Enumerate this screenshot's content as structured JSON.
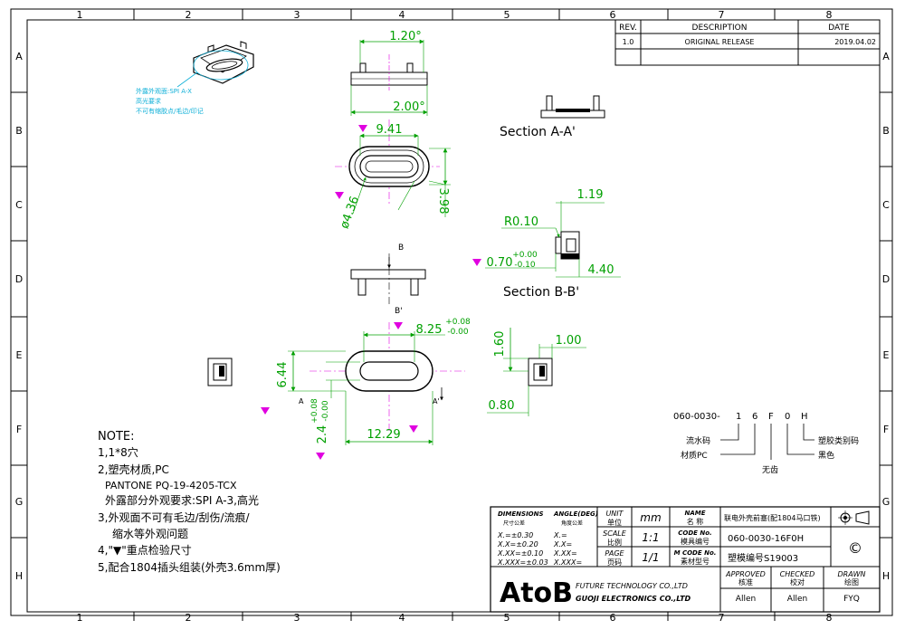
{
  "zone_columns": [
    "1",
    "2",
    "3",
    "4",
    "5",
    "6",
    "7",
    "8"
  ],
  "zone_rows": [
    "A",
    "B",
    "C",
    "D",
    "E",
    "F",
    "G",
    "H"
  ],
  "revision_block": {
    "headers": [
      "REV.",
      "DESCRIPTION",
      "DATE"
    ],
    "rows": [
      {
        "rev": "1.0",
        "description": "ORIGINAL RELEASE",
        "date": "2019.04.02"
      }
    ]
  },
  "callout_isometric": [
    "外露外观面:SPI A-X",
    "高光要求",
    "不可有缩胶点/毛边/印记"
  ],
  "dimensions": {
    "top_width": "1.20°",
    "top_overall": "2.00°",
    "width_941": "9.41",
    "dia_436": "ø4.36",
    "height_398": "3.98",
    "d_119": "1.19",
    "r_010": "R0.10",
    "d_070": "0.70",
    "d_070_tol_up": "+0.00",
    "d_070_tol_dn": "-0.10",
    "d_440": "4.40",
    "d_825": "8.25",
    "d_825_tol_up": "+0.08",
    "d_825_tol_dn": "-0.00",
    "d_644": "6.44",
    "d_24": "2.4",
    "d_24_tol_up": "+0.08",
    "d_24_tol_dn": "-0.00",
    "d_1229": "12.29",
    "d_160": "1.60",
    "d_100": "1.00",
    "d_080": "0.80"
  },
  "labels": {
    "section_aa": "Section A-A'",
    "section_bb": "Section B-B'",
    "b_top": "B",
    "b_bottom": "B'",
    "a_left": "A",
    "a_right": "A'"
  },
  "code_breakdown": {
    "code_prefix": "060-0030-",
    "code_chars": [
      "1",
      "6",
      "F",
      "0",
      "H"
    ],
    "legend_left": [
      "流水码",
      "材质PC"
    ],
    "legend_right": [
      "塑胶类别码",
      "黑色"
    ],
    "legend_bottom": "无齿"
  },
  "notes": {
    "title": "NOTE:",
    "lines": [
      "1,1*8穴",
      "2,塑壳材质,PC",
      "PANTONE PQ-19-4205-TCX",
      "外露部分外观要求:SPI A-3,高光",
      "3,外观面不可有毛边/刮伤/流痕/",
      "缩水等外观问题",
      "4,\"▼\"重点检验尺寸",
      "5,配合1804插头组装(外壳3.6mm厚)"
    ]
  },
  "title_block": {
    "dimensions_label": "DIMENSIONS",
    "dimensions_sub": "尺寸公差",
    "angle_label": "ANGLE(DEG)",
    "angle_sub": "角度公差",
    "tolerances": [
      "X.=±0.30",
      "X.X=±0.20",
      "X.XX=±0.10",
      "X.XXX=±0.03"
    ],
    "angle_tolerances": [
      "X.=",
      "X.X=",
      "X.XX=",
      "X.XXX="
    ],
    "unit_label": "UNIT",
    "unit_sub": "单位",
    "unit_value": "mm",
    "scale_label": "SCALE",
    "scale_sub": "比例",
    "scale_value": "1:1",
    "page_label": "PAGE",
    "page_sub": "页码",
    "page_value": "1/1",
    "name_label": "NAME",
    "name_sub": "名 称",
    "name_value": "联电外壳前塞(配1804马口铁)",
    "code_label": "CODE No.",
    "code_sub": "模具编号",
    "code_value": "060-0030-16F0H",
    "mcode_label": "M CODE No.",
    "mcode_sub": "素材型号",
    "mcode_value": "塑模编号S19003",
    "copyright": "©",
    "company_logo": "AtoB",
    "company_line1": "FUTURE TECHNOLOGY CO.,LTD",
    "company_line2": "GUOJI ELECTRONICS CO.,LTD",
    "approved_label": "APPROVED",
    "approved_sub": "核准",
    "approved_name": "Allen",
    "checked_label": "CHECKED",
    "checked_sub": "校对",
    "checked_name": "Allen",
    "drawn_label": "DRAWN",
    "drawn_sub": "绘图",
    "drawn_name": "FYQ"
  },
  "colors": {
    "dimension": "#00a000",
    "centerline": "#e000e0",
    "inspection_marker": "#e000e0",
    "callout": "#10b0d8",
    "outline": "#000000"
  }
}
